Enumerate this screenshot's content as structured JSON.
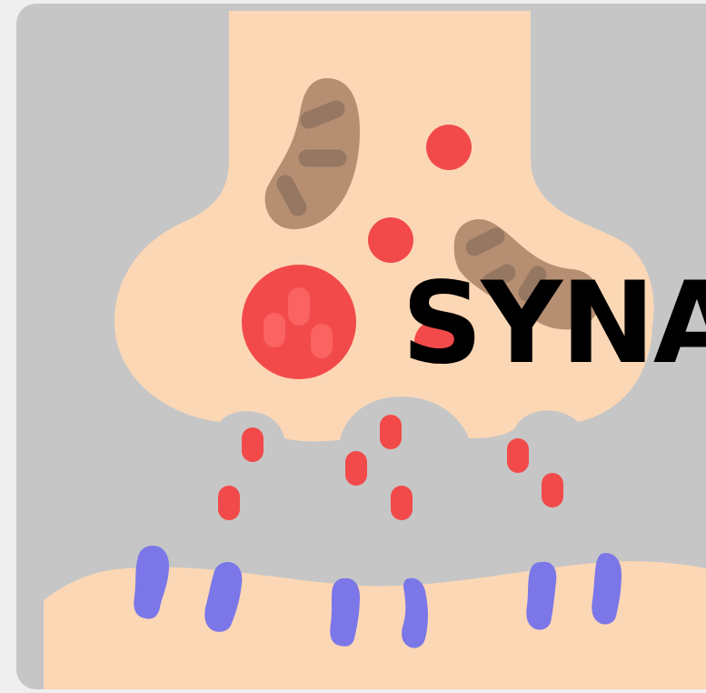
{
  "title": "SYNAPSE",
  "colors": {
    "background": "#c6c6c6",
    "neuron": "#fcd7b6",
    "vesicle": "#f24a4a",
    "vesicle_highlight": "#fb6262",
    "mitochondria": "#b68f72",
    "mitochondria_cristae": "#967762",
    "receptor": "#7b77e8"
  },
  "icons": [
    "presynaptic-terminal",
    "mitochondrion",
    "synaptic-vesicle",
    "neurotransmitter",
    "postsynaptic-membrane",
    "receptor"
  ]
}
